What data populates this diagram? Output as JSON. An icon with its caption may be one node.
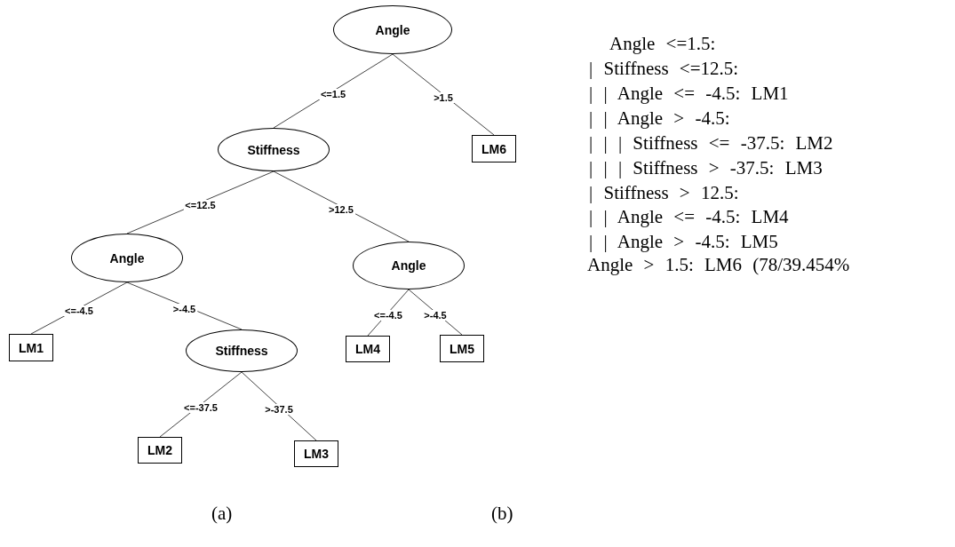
{
  "diagram": {
    "nodes": [
      {
        "text": [
          "Angle"
        ]
      },
      {
        "text": [
          "Stiffness"
        ]
      },
      {
        "text": [
          "Angle"
        ]
      },
      {
        "text": [
          "Angle"
        ]
      },
      {
        "text": [
          "LM1"
        ]
      },
      {
        "text": [
          "Stiffness"
        ]
      },
      {
        "text": [
          "LM4"
        ]
      },
      {
        "text": [
          "LM5"
        ]
      },
      {
        "text": [
          "LM2"
        ]
      },
      {
        "text": [
          "LM3"
        ]
      },
      {
        "text": [
          "LM6"
        ]
      }
    ],
    "edges": [
      {
        "from": 0,
        "to": 1,
        "arrow": "none",
        "label": "<=1.5"
      },
      {
        "from": 0,
        "to": 10,
        "arrow": "none",
        "label": ">1.5"
      },
      {
        "from": 1,
        "to": 2,
        "arrow": "none",
        "label": "<=12.5"
      },
      {
        "from": 1,
        "to": 3,
        "arrow": "none",
        "label": ">12.5"
      },
      {
        "from": 2,
        "to": 4,
        "arrow": "none",
        "label": "<=-4.5"
      },
      {
        "from": 2,
        "to": 5,
        "arrow": "none",
        "label": ">-4.5"
      },
      {
        "from": 3,
        "to": 6,
        "arrow": "none",
        "label": "<=-4.5"
      },
      {
        "from": 3,
        "to": 7,
        "arrow": "none",
        "label": ">-4.5"
      },
      {
        "from": 5,
        "to": 8,
        "arrow": "none",
        "label": "<=-37.5"
      },
      {
        "from": 5,
        "to": 9,
        "arrow": "none",
        "label": ">-37.5"
      }
    ],
    "labels": [
      "Angle <=1.5:",
      "| Stiffness <=12.5:",
      "| | Angle <= -4.5: LM1",
      "| | Angle > -4.5:",
      "| | | Stiffness <= -37.5: LM2",
      "| | | Stiffness > -37.5: LM3",
      "| Stiffness > 12.5:",
      "| | Angle <= -4.5: LM4",
      "| | Angle > -4.5: LM5",
      "Angle > 1.5: LM6 (78/39.454%",
      "(a)",
      "(b)"
    ]
  }
}
